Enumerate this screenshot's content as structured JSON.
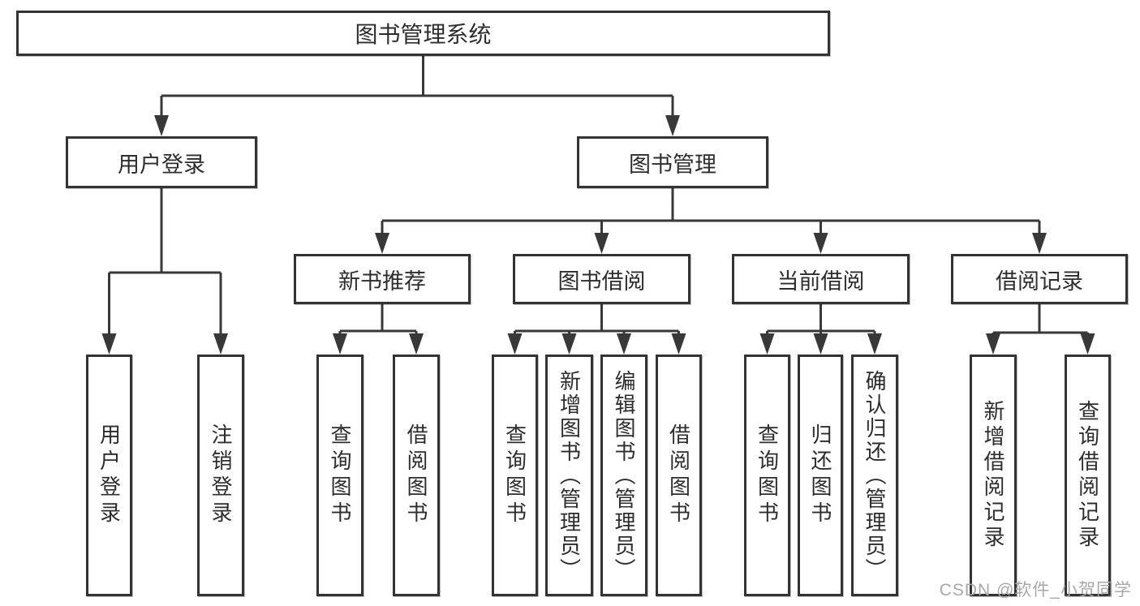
{
  "colors": {
    "background": "#ffffff",
    "line": "#383838",
    "box_border": "#333333",
    "text": "#2d2d2d",
    "watermark": "#a8a8a8"
  },
  "diagram": {
    "title": "图书管理系统",
    "level2": [
      {
        "label": "用户登录"
      },
      {
        "label": "图书管理"
      }
    ],
    "level3": [
      {
        "label": "新书推荐",
        "parent": "图书管理"
      },
      {
        "label": "图书借阅",
        "parent": "图书管理"
      },
      {
        "label": "当前借阅",
        "parent": "图书管理"
      },
      {
        "label": "借阅记录",
        "parent": "图书管理"
      }
    ],
    "leaves": [
      {
        "label": "用户登录",
        "parent": "用户登录"
      },
      {
        "label": "注销登录",
        "parent": "用户登录"
      },
      {
        "label": "查询图书",
        "parent": "新书推荐"
      },
      {
        "label": "借阅图书",
        "parent": "新书推荐"
      },
      {
        "label": "查询图书",
        "parent": "图书借阅"
      },
      {
        "label": "新增图书（管理员）",
        "parent": "图书借阅"
      },
      {
        "label": "编辑图书（管理员）",
        "parent": "图书借阅"
      },
      {
        "label": "借阅图书",
        "parent": "图书借阅"
      },
      {
        "label": "查询图书",
        "parent": "当前借阅"
      },
      {
        "label": "归还图书",
        "parent": "当前借阅"
      },
      {
        "label": "确认归还（管理员）",
        "parent": "当前借阅"
      },
      {
        "label": "新增借阅记录",
        "parent": "借阅记录"
      },
      {
        "label": "查询借阅记录",
        "parent": "借阅记录"
      }
    ]
  },
  "watermark": {
    "text": "CSDN @软件_小贺同学"
  }
}
